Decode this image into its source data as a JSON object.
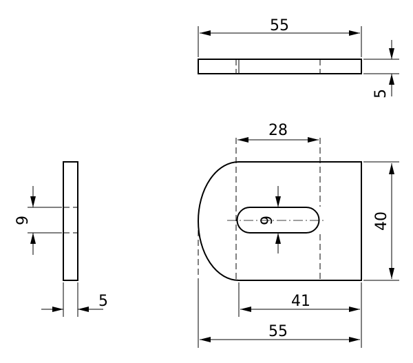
{
  "dimensions": {
    "top_length": "55",
    "top_thickness": "5",
    "slot_spacing": "28",
    "plate_height": "40",
    "flat_length": "41",
    "bottom_length": "55",
    "slot_width_front": "9",
    "side_slot_width": "9",
    "side_thickness": "5"
  }
}
